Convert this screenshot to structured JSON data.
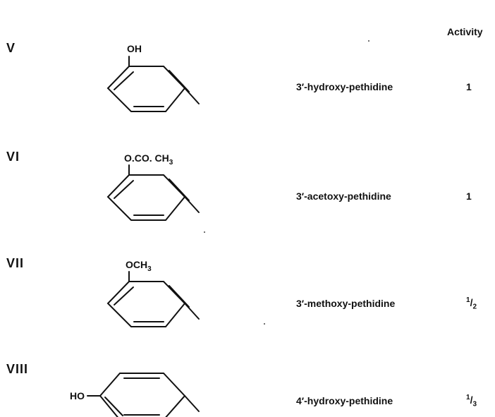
{
  "header": {
    "activity_label": "Activity"
  },
  "rows": [
    {
      "numeral": "V",
      "substituent": "OH",
      "compound": "3′-hydroxy-pethidine",
      "activity": "1"
    },
    {
      "numeral": "VI",
      "substituent": "O.CO. CH",
      "substituent_sub": "3",
      "compound": "3′-acetoxy-pethidine",
      "activity": "1"
    },
    {
      "numeral": "VII",
      "substituent": "OCH",
      "substituent_sub": "3",
      "compound": "3′-methoxy-pethidine",
      "activity_num": "1",
      "activity_den": "2"
    },
    {
      "numeral": "VIII",
      "substituent": "HO",
      "compound": "4′-hydroxy-pethidine",
      "activity_num": "1",
      "activity_den": "3"
    }
  ]
}
